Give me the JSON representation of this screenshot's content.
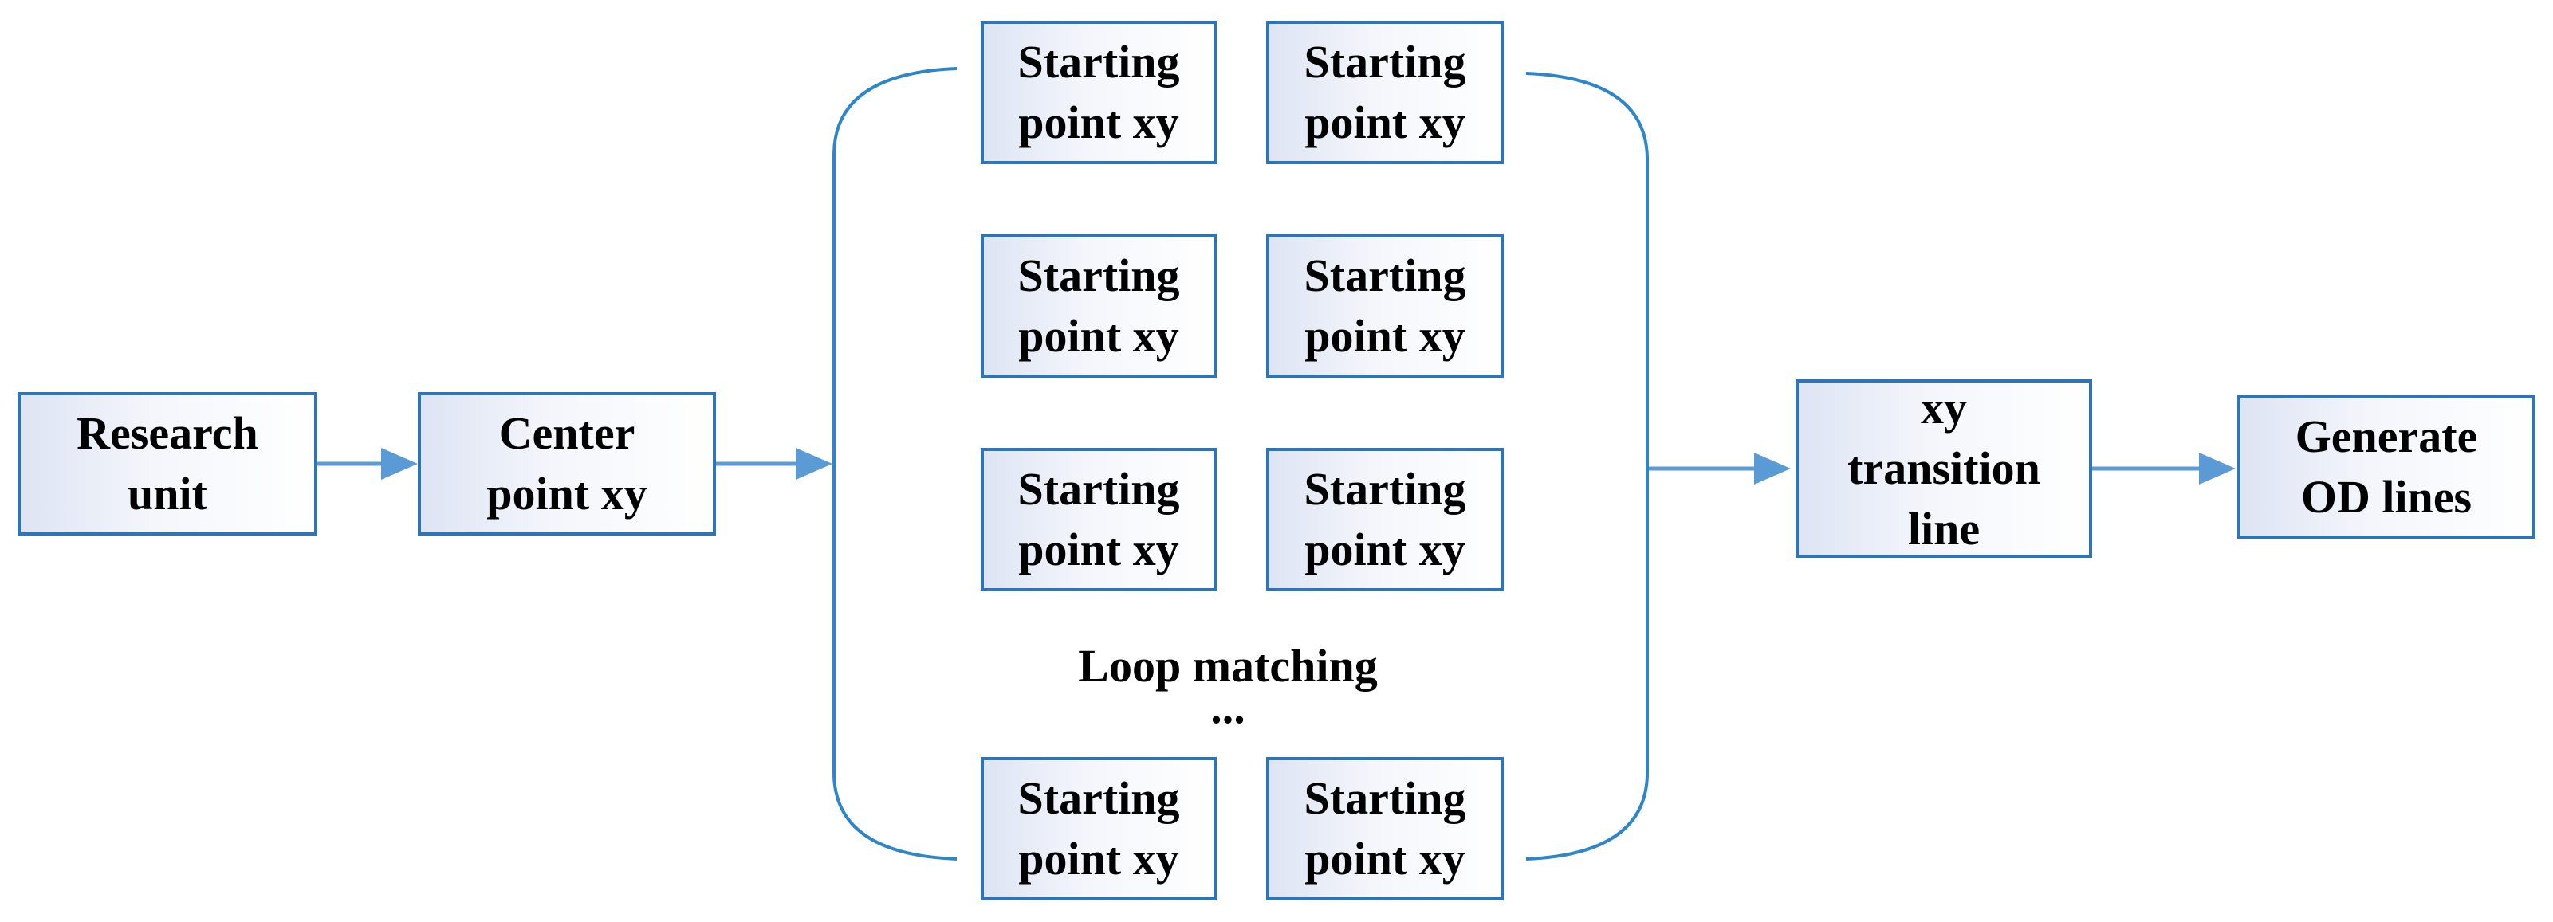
{
  "colors": {
    "box_border": "#2e75b6",
    "connector": "#5b9bd5",
    "bracket": "#2e86c8",
    "text": "#000000"
  },
  "nodes": {
    "research_unit": "Research\nunit",
    "center_point": "Center\npoint xy",
    "starting_point": "Starting\npoint xy",
    "transition_line": "xy\ntransition\nline",
    "generate_od": "Generate\nOD lines"
  },
  "loop_label": "Loop matching",
  "ellipsis": "..."
}
